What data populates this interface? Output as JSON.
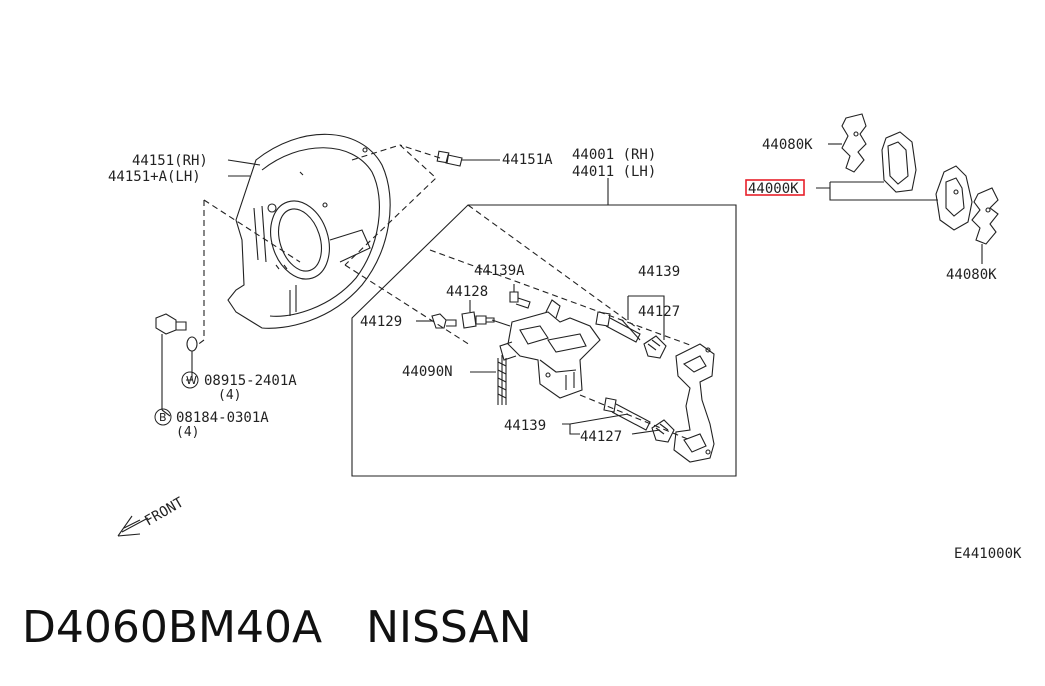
{
  "diagram": {
    "colors": {
      "line": "#222222",
      "highlight": "#e8202a",
      "background": "#ffffff"
    },
    "labels": {
      "shield_rh": "44151(RH)",
      "shield_lh": "44151+A(LH)",
      "bolt_44151a": "44151A",
      "caliper_rh": "44001 (RH)",
      "caliper_lh": "44011 (LH)",
      "shim_top": "44080K",
      "pad_kit": "44000K",
      "shim_bottom": "44080K",
      "bleeder_cap": "44139A",
      "bleeder": "44128",
      "union_bolt": "44129",
      "spring": "44090N",
      "pin_top": "44139",
      "boot_top": "44127",
      "pin_bottom": "44139",
      "boot_bottom": "44127",
      "washer_code": "08915-2401A",
      "washer_qty": "(4)",
      "washer_symbol": "W",
      "bolt_code": "08184-0301A",
      "bolt_qty": "(4)",
      "bolt_symbol": "B",
      "front": "FRONT",
      "drawing_ref": "E441000K"
    }
  },
  "caption": {
    "part_number": "D4060BM40A",
    "brand": "NISSAN"
  }
}
